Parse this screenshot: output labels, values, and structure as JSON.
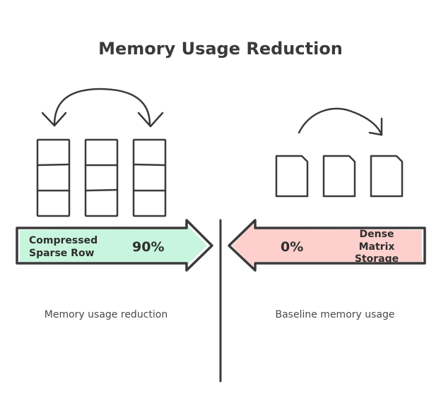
{
  "title": "Memory Usage Reduction",
  "left": {
    "label_line1": "Compressed",
    "label_line2": "Sparse Row",
    "value": "90%",
    "caption": "Memory usage reduction",
    "fill_color": "#c8f5dd"
  },
  "right": {
    "label_line1": "Dense",
    "label_line2": "Matrix",
    "label_line3": "Storage",
    "value": "0%",
    "caption": "Baseline memory usage",
    "fill_color": "#fdd0cd"
  },
  "colors": {
    "ink": "#3a3a3a"
  }
}
